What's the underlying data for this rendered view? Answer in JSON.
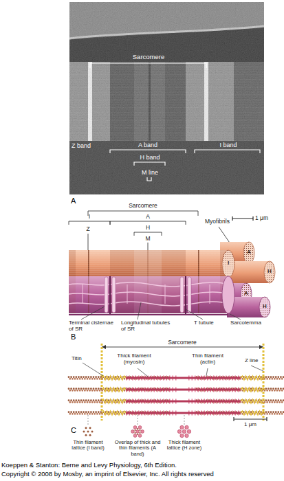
{
  "diagram": {
    "labels": [
      "Sarcomere",
      "Z band",
      "A band",
      "I band",
      "H band",
      "M line",
      "A",
      "Sarcomere",
      "I",
      "A",
      "Z",
      "H",
      "M",
      "Myofibrils",
      "1 μm",
      "I",
      "A",
      "H",
      "A",
      "H",
      "Terminal cisternae of SR",
      "Longitudinal tubules of SR",
      "T tubule",
      "Sarcolemma",
      "B",
      "Sarcomere",
      "Titin",
      "Thick filament (myosin)",
      "Thin filament (actin)",
      "Z line",
      "1 μm",
      "Thin filament lattice (I band)",
      "Overlap of thick and thin filaments (A band)",
      "Thick filament lattice (H zone)",
      "C",
      "Koeppen & Stanton: Berne and Levy Physiology, 6th Edition.",
      "Copyright © 2008 by Mosby, an imprint of Elsevier, Inc. All rights reserved"
    ]
  }
}
